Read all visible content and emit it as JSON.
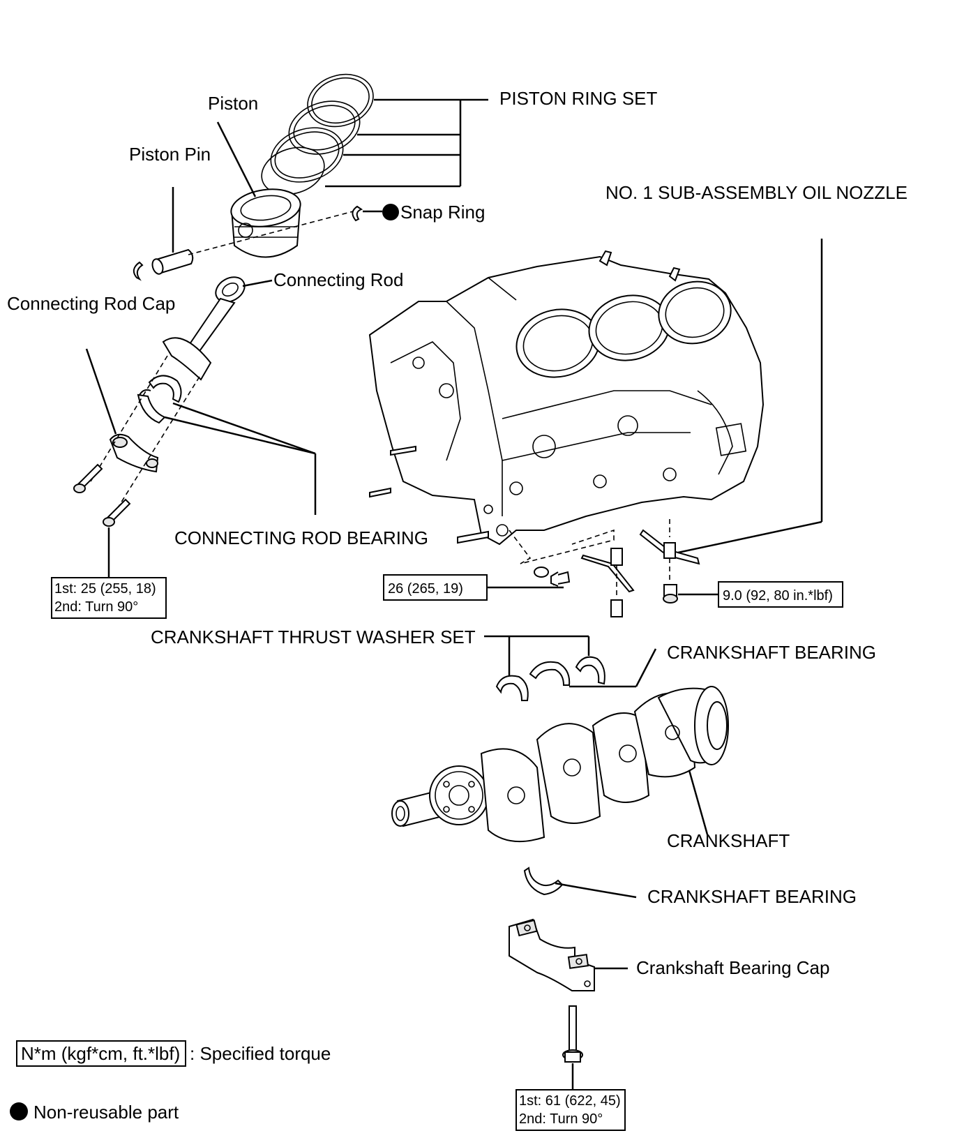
{
  "labels": {
    "piston": "Piston",
    "piston_pin": "Piston Pin",
    "piston_ring_set": "PISTON RING SET",
    "oil_nozzle": "NO. 1 SUB-ASSEMBLY OIL NOZZLE",
    "snap_ring": "Snap Ring",
    "connecting_rod": "Connecting Rod",
    "connecting_rod_cap": "Connecting Rod Cap",
    "connecting_rod_bearing": "CONNECTING ROD BEARING",
    "thrust_washer_set": "CRANKSHAFT THRUST WASHER SET",
    "crankshaft_bearing_upper": "CRANKSHAFT BEARING",
    "crankshaft": "CRANKSHAFT",
    "crankshaft_bearing_lower": "CRANKSHAFT BEARING",
    "crankshaft_bearing_cap": "Crankshaft Bearing Cap"
  },
  "torque": {
    "rod_cap_line1": "1st: 25 (255, 18)",
    "rod_cap_line2": "2nd: Turn 90°",
    "block_bolt": "26 (265, 19)",
    "oil_nozzle_bolt": "9.0 (92, 80 in.*lbf)",
    "bearing_cap_line1": "1st: 61 (622, 45)",
    "bearing_cap_line2": "2nd: Turn 90°"
  },
  "legend": {
    "torque_unit": "N*m (kgf*cm, ft.*lbf)",
    "torque_desc": ": Specified torque",
    "non_reusable": "Non-reusable part"
  }
}
